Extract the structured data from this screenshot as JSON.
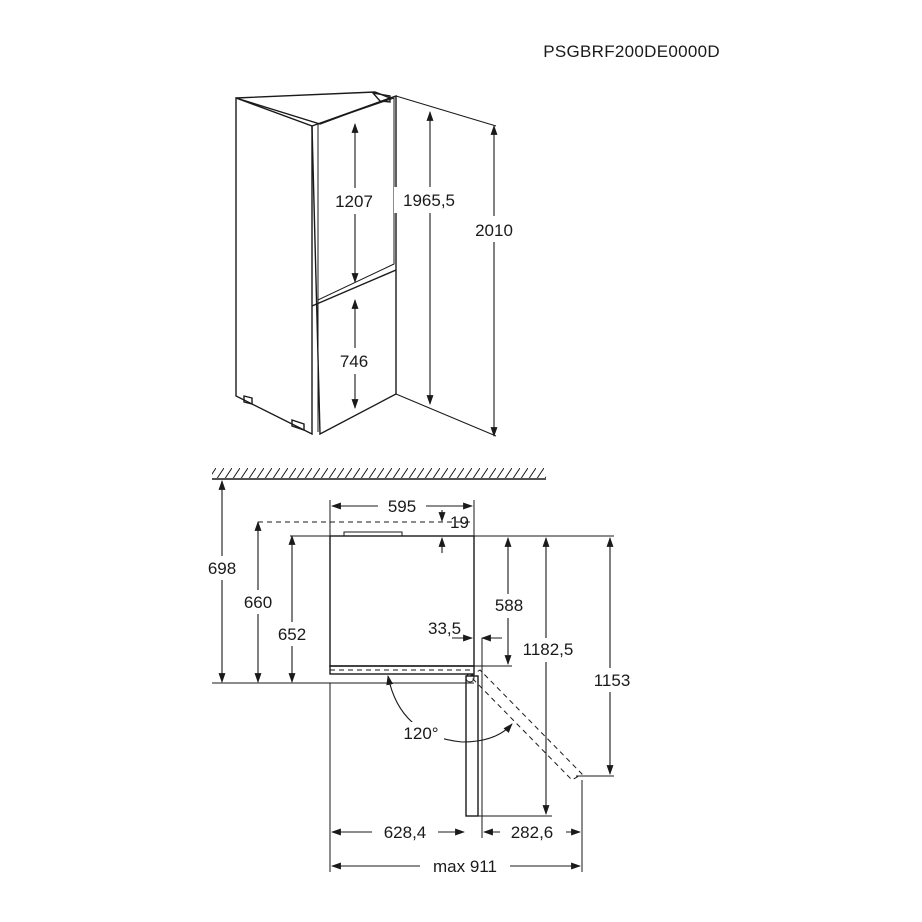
{
  "model_code": "PSGBRF200DE0000D",
  "side_view": {
    "fridge_door_height": "1207",
    "freezer_door_height": "746",
    "cabinet_height": "1965,5",
    "total_height": "2010"
  },
  "top_view": {
    "width": "595",
    "handle_offset": "19",
    "wall_to_front_max": "698",
    "wall_to_front": "660",
    "depth": "652",
    "cabinet_depth": "588",
    "door_clearance": "33,5",
    "door_open_depth": "1182,5",
    "door_swing_depth": "1153",
    "door_angle": "120°",
    "width_with_door": "628,4",
    "door_overhang": "282,6",
    "max_width": "max 911"
  }
}
